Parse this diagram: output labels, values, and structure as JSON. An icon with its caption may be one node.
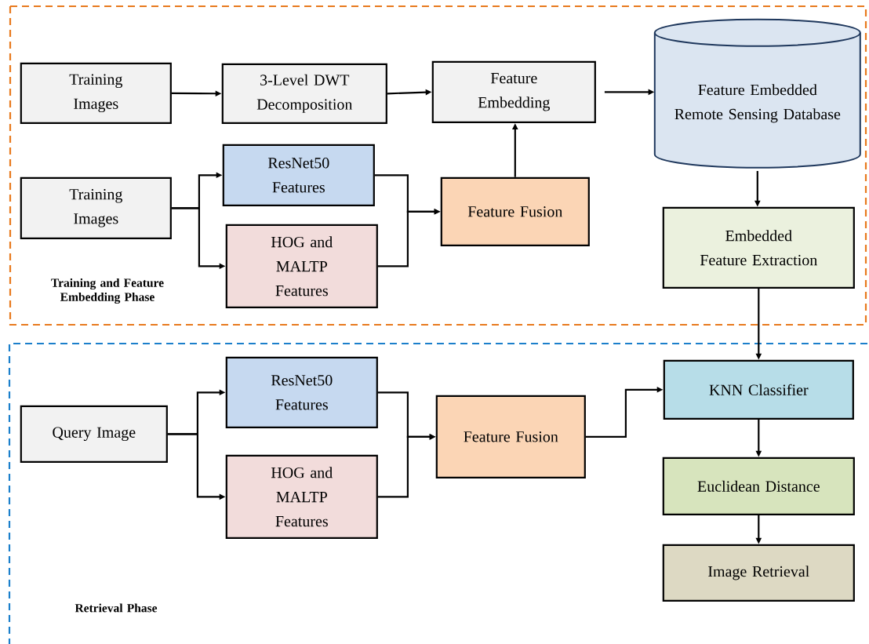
{
  "diagram": {
    "nodes": [
      {
        "text": [
          "Training and Feature Embedding Phase"
        ]
      },
      {
        "text": [
          "Training Images"
        ],
        "in": 0
      },
      {
        "text": [
          "3-Level DWT Decomposition"
        ],
        "in": 0
      },
      {
        "text": [
          "Feature Embedding"
        ],
        "in": 0
      },
      {
        "text": [
          "Feature Embedded Remote Sensing Database"
        ],
        "in": 0
      },
      {
        "text": [
          "Training Images"
        ],
        "in": 0
      },
      {
        "text": [
          "ResNet50 Features"
        ],
        "in": 0
      },
      {
        "text": [
          "HOG and MALTP Features"
        ],
        "in": 0
      },
      {
        "text": [
          "Feature Fusion"
        ],
        "in": 0
      },
      {
        "text": [
          "Embedded Feature Extraction"
        ],
        "in": 0
      },
      {
        "text": [
          "Retrieval Phase"
        ]
      },
      {
        "text": [
          "Query Image"
        ],
        "in": 10
      },
      {
        "text": [
          "ResNet50 Features"
        ],
        "in": 10
      },
      {
        "text": [
          "HOG and MALTP Features"
        ],
        "in": 10
      },
      {
        "text": [
          "Feature Fusion"
        ],
        "in": 10
      },
      {
        "text": [
          "KNN Classifier"
        ],
        "in": 10
      },
      {
        "text": [
          "Euclidean Distance"
        ],
        "in": 10
      },
      {
        "text": [
          "Image Retrieval"
        ],
        "in": 10
      }
    ],
    "edges": [
      {
        "from": 1,
        "to": 2,
        "arrow": "to"
      },
      {
        "from": 2,
        "to": 3,
        "arrow": "to"
      },
      {
        "from": 3,
        "to": 4,
        "arrow": "to"
      },
      {
        "from": 5,
        "to": 6,
        "arrow": "to"
      },
      {
        "from": 5,
        "to": 7,
        "arrow": "to"
      },
      {
        "from": 6,
        "to": 8,
        "arrow": "to"
      },
      {
        "from": 7,
        "to": 8,
        "arrow": "to"
      },
      {
        "from": 8,
        "to": 3,
        "arrow": "to"
      },
      {
        "from": 4,
        "to": 9,
        "arrow": "to"
      },
      {
        "from": 9,
        "to": 15,
        "arrow": "to"
      },
      {
        "from": 11,
        "to": 12,
        "arrow": "to"
      },
      {
        "from": 11,
        "to": 13,
        "arrow": "to"
      },
      {
        "from": 12,
        "to": 14,
        "arrow": "to"
      },
      {
        "from": 13,
        "to": 14,
        "arrow": "to"
      },
      {
        "from": 14,
        "to": 15,
        "arrow": "to"
      },
      {
        "from": 15,
        "to": 16,
        "arrow": "to"
      },
      {
        "from": 16,
        "to": 17,
        "arrow": "to"
      }
    ]
  }
}
